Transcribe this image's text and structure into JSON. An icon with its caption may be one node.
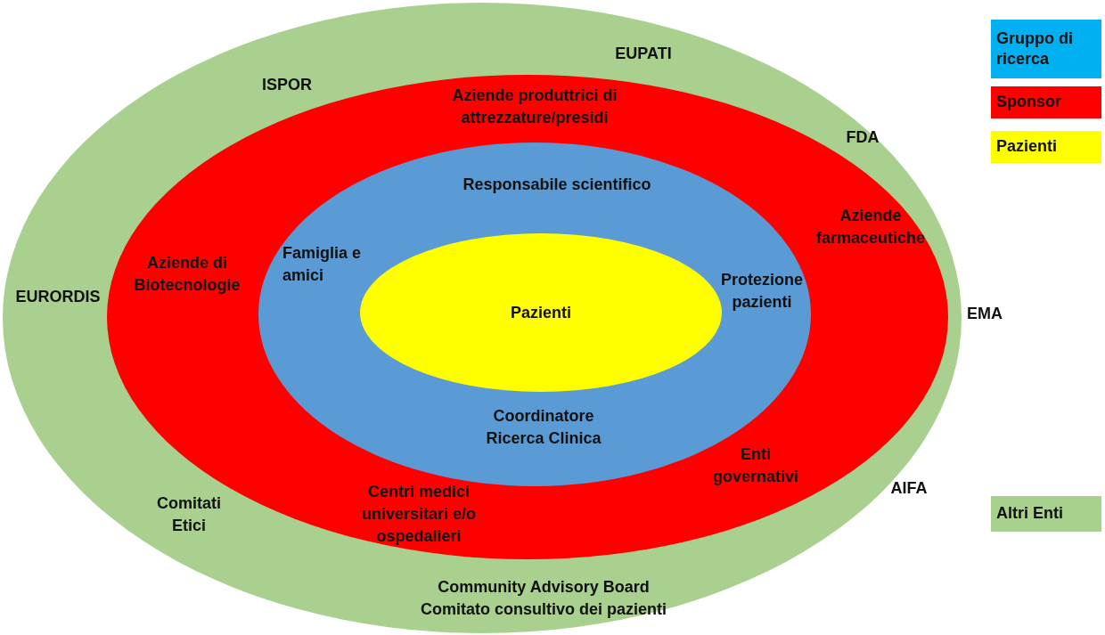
{
  "diagram": {
    "nodes": [
      {
        "text": [
          "EUPATI",
          "ISPOR",
          "FDA",
          "EURORDIS",
          "EMA",
          "AIFA",
          "Comitati Etici",
          "Community Advisory Board Comitato consultivo dei pazienti"
        ]
      },
      {
        "text": [
          "Aziende produttrici di attrezzature/presidi",
          "Aziende farmaceutiche",
          "Aziende di Biotecnologie",
          "Enti governativi",
          "Centri medici universitari e/o ospedalieri"
        ],
        "in": 0
      },
      {
        "text": [
          "Responsabile scientifico",
          "Famiglia e amici",
          "Protezione pazienti",
          "Coordinatore Ricerca Clinica"
        ],
        "in": 1
      },
      {
        "text": [
          "Pazienti"
        ],
        "in": 2
      }
    ],
    "legend": [
      {
        "text": "Gruppo di ricerca",
        "color": "#00b0f0"
      },
      {
        "text": "Sponsor",
        "color": "#ff0000"
      },
      {
        "text": "Pazienti",
        "color": "#ffff00"
      },
      {
        "text": "Altri Enti",
        "color": "#a9d18e"
      }
    ]
  }
}
